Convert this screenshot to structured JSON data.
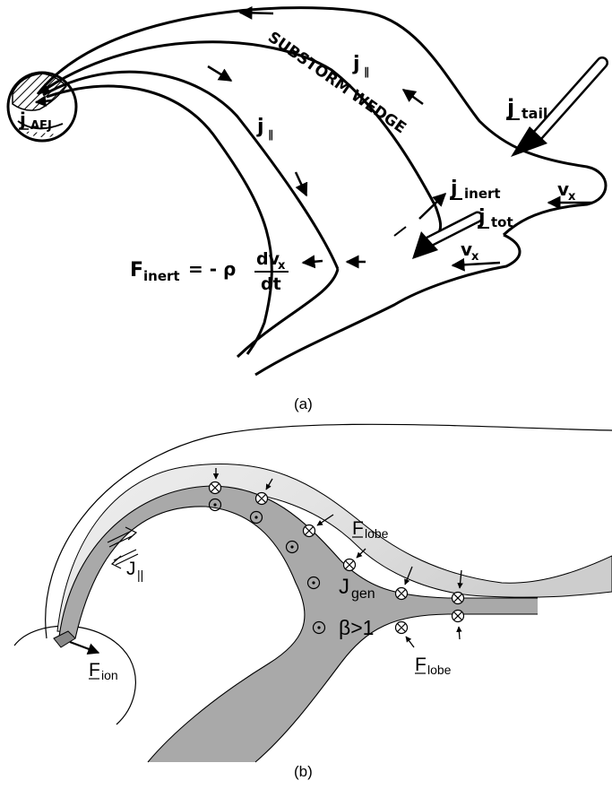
{
  "panel_a": {
    "caption": "(a)",
    "wedge_label": "SUBSTORM WEDGE",
    "j_par_sym": "j",
    "j_par_sub": "∥",
    "j_aej_sym": "j",
    "j_aej_sub": "AEJ",
    "j_tail_sym": "j",
    "j_tail_sub": "tail",
    "j_inert_sym": "j",
    "j_inert_sub": "inert",
    "j_tot_sym": "j",
    "j_tot_sub": "tot",
    "vx_sym": "v",
    "vx_sub": "x",
    "f_inert_sym": "F",
    "f_inert_sub": "inert",
    "equation_mid": "= - ρ",
    "eq_numer": "dv",
    "eq_numer_sub": "x",
    "eq_denom": "dt"
  },
  "panel_b": {
    "caption": "(b)",
    "f_lobe_sym": "F",
    "f_lobe_sub": "lobe",
    "j_gen_sym": "J",
    "j_gen_sub": "gen",
    "beta": "β>1",
    "j_par_sym": "J",
    "j_par_sub": "||",
    "f_ion_sym": "F",
    "f_ion_sub": "ion"
  },
  "colors": {
    "ink": "#000000",
    "shade_dark": "#a9a9a9",
    "shade_light": "#dedede"
  }
}
